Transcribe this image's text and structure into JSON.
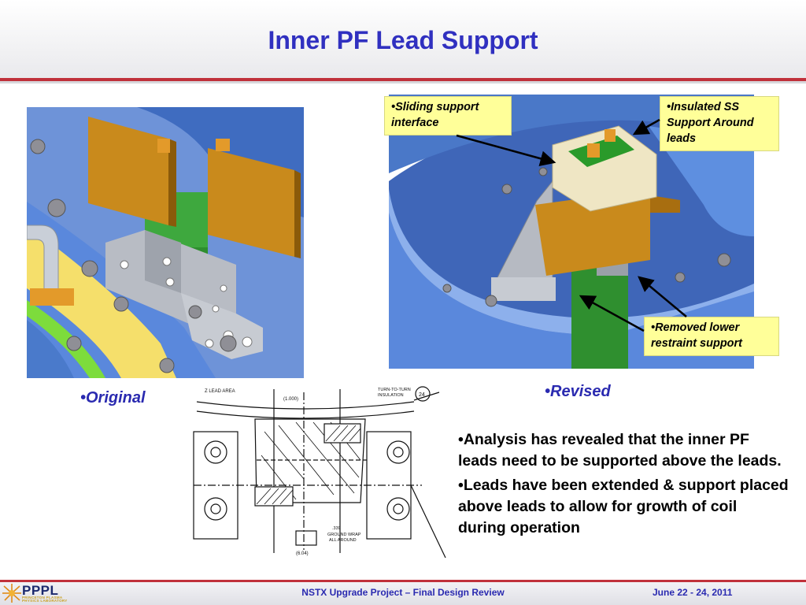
{
  "slide": {
    "title": "Inner PF Lead Support"
  },
  "figures": {
    "original_caption": "•Original",
    "revised_caption": "•Revised",
    "callouts": {
      "sliding": [
        "•Sliding support",
        "interface"
      ],
      "insulated": [
        "•Insulated SS",
        "Support Around",
        "leads"
      ],
      "removed": [
        "•Removed lower",
        "restraint support"
      ]
    },
    "drawing_labels": {
      "lead_area": "Z LEAD AREA",
      "dim_top": "(1.000)",
      "turn_insulation": [
        "TURN-TO-TURN",
        "INSULATION"
      ],
      "balloon": "24",
      "ground_wrap": [
        "GROUND WRAP",
        "ALL AROUND"
      ],
      "dim_bottom": "(6.04)",
      "dim_339": ".339"
    }
  },
  "bullets": [
    "•Analysis has revealed that the inner PF leads need to be supported above the leads.",
    "•Leads have been extended & support placed above leads to allow for growth of coil during operation"
  ],
  "footer": {
    "logo": "PPPL",
    "logo_sub": [
      "PRINCETON PLASMA",
      "PHYSICS LABORATORY"
    ],
    "center": "NSTX Upgrade Project – Final Design Review",
    "date": "June 22 - 24, 2011"
  },
  "colors": {
    "title": "#3030c0",
    "accent_red": "#c0313b",
    "callout_bg": "#ffff99",
    "footer_text": "#2a2ab0"
  }
}
